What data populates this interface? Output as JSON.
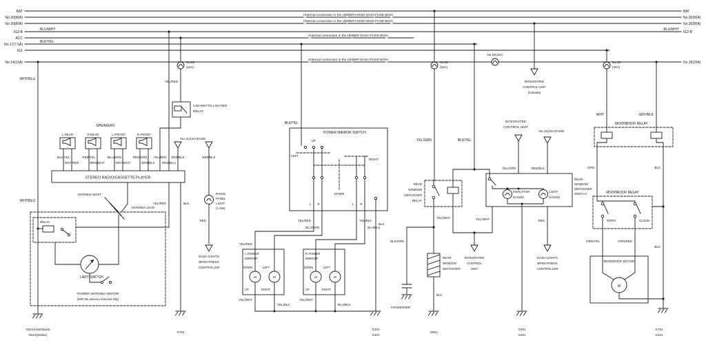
{
  "bus": {
    "left": [
      "BAT",
      "No.30(80A)",
      "No.30(80A)",
      "IG2-B",
      "ACC",
      "No.17(7.5A)",
      "IG1",
      "No.14(15A)"
    ],
    "left_colors": [
      "BLU/WHT",
      "BLK/YEL"
    ],
    "right": [
      "BAT",
      "No.30(80A)",
      "No.30(80A)",
      "BLU/WHT",
      "IG2-B",
      "No.18(20A)"
    ]
  },
  "annotations": {
    "underhood": "(Internal connection in the UNDER-HOOD MAIN FUSE BOX)",
    "underdash": "(Internal connection in the UNDER-DASH FUSE BOX)"
  },
  "fuses": {
    "f22": [
      "No.22",
      "(15A)"
    ],
    "f31": [
      "No.31",
      "(20A)"
    ],
    "f18": "No.18(15A)",
    "f15": [
      "No.15",
      "(20A)"
    ],
    "f11": "No.11(15A)FUSE"
  },
  "wires": {
    "wht_blu": "WHT/BLU",
    "yel_red": "YEL/RED",
    "red_blu": "RED/BLU",
    "red_blk": "RED/BLK",
    "red": "RED",
    "blk": "BLK",
    "spk": [
      "BLU/YEL",
      "GRY/RED",
      "RED/YEL",
      "BRN/WHT",
      "BLU/GRN",
      "GRY/WHT",
      "RED/GRN",
      "BRN/BLK"
    ],
    "blk_yel": "BLK/YEL",
    "yel_grn": "YEL/GRN",
    "yel_wht": "YEL/WHT",
    "yel_blk": "YEL/BLK",
    "blu_grn": "BLU/GRN",
    "blu_blk": "BLU/BLK",
    "blk_grn": "BLK/GRN",
    "wht": "WHT",
    "gry_blk": "GRY/BLK",
    "grn": "GRN",
    "grn_yel": "GRN/YEL",
    "grn_red": "GRN/RED"
  },
  "components": {
    "speakers_title": "SPEAKERS",
    "speaker_names": [
      "L.REAR",
      "R.REAR",
      "L.FRONT",
      "R.FRONT"
    ],
    "cig_relay": [
      "CIGARETTE LIGHTER",
      "RELAY"
    ],
    "stereo": "STEREO RADIO/CASSETTE PLAYER",
    "antenna_mast": "ANTENNA MAST",
    "antenna_lead": "ANTENNA LEAD",
    "relay": "RELAY",
    "limit_switch": "LIMIT SWITCH",
    "power_antenna": [
      "POWER ANTENNA MOTOR",
      "(With the antenna retracted fully)"
    ],
    "radio_panel_light": [
      "RADIO",
      "PANEL",
      "LIGHT",
      "(1.4W)"
    ],
    "dlbc": [
      "DASH LIGHTS",
      "BRIGHTNESS",
      "CONTROLLER"
    ],
    "power_mirror_switch": "POWER MIRROR SWITCH",
    "dir_up": "UP",
    "dir_down": "DOWN",
    "dir_left": "LEFT",
    "dir_right": "RIGHT",
    "contact_l": "L",
    "contact_r": "R",
    "l_mirror": [
      "L.POWER",
      "MIRROR"
    ],
    "r_mirror": [
      "R.POWER",
      "MIRROR"
    ],
    "motor_m": "M",
    "defogger_relay": [
      "REAR",
      "WINDOW",
      "DEFOGGER",
      "RELAY"
    ],
    "defogger": [
      "REAR",
      "WINDOW",
      "DEFOGGER"
    ],
    "defogger_switch": [
      "REAR",
      "WINDOW",
      "DEFOGGER",
      "SWITCH"
    ],
    "condenser": "CONDENSER",
    "indicator": [
      "INDICATOR",
      "(0.91W)"
    ],
    "light": [
      "LIGHT",
      "(0.91W)"
    ],
    "icu_canada": [
      "INTEGRATED",
      "CONTROL UNIT",
      "(Canada)"
    ],
    "icu": [
      "INTEGRATED",
      "CONTROL UNIT"
    ],
    "icu3": [
      "INTEGRATED",
      "CONTROL",
      "UNIT"
    ],
    "moonroof_relay": "MOONROOF RELAY",
    "open": "OPEN",
    "close": "CLOSE",
    "moonroof_motor": "MOONROOF MOTOR"
  },
  "grounds": {
    "g521": "G521(Hatchback)",
    "g621": "G621(Sedan)",
    "g761": "G761",
    "g301": "G301",
    "g401": "G401",
    "g821": "G821",
    "g701": "G701"
  }
}
